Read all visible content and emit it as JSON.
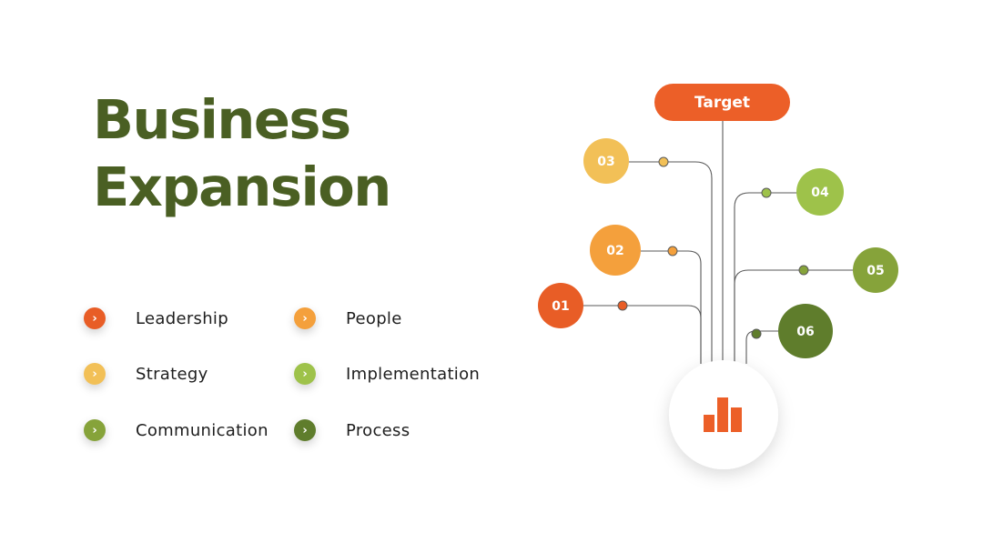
{
  "title": {
    "line1": "Business",
    "line2": "Expansion"
  },
  "list": [
    {
      "label": "Leadership",
      "color": "#e85d26",
      "icon": "chevron-right-icon"
    },
    {
      "label": "Strategy",
      "color": "#f2c057",
      "icon": "chevron-right-icon"
    },
    {
      "label": "Communication",
      "color": "#86a33a",
      "icon": "chevron-right-icon"
    },
    {
      "label": "People",
      "color": "#f4a03c",
      "icon": "chevron-right-icon"
    },
    {
      "label": "Implementation",
      "color": "#9ec24a",
      "icon": "chevron-right-icon"
    },
    {
      "label": "Process",
      "color": "#5f7d2c",
      "icon": "chevron-right-icon"
    }
  ],
  "diagram": {
    "target_label": "Target",
    "hub_icon": "bar-chart-icon",
    "nodes": [
      {
        "label": "01",
        "color": "#e85d26"
      },
      {
        "label": "02",
        "color": "#f4a03c"
      },
      {
        "label": "03",
        "color": "#f2c057"
      },
      {
        "label": "04",
        "color": "#9ec24a"
      },
      {
        "label": "05",
        "color": "#86a33a"
      },
      {
        "label": "06",
        "color": "#5f7d2c"
      }
    ],
    "colors": {
      "target": "#ec5f28",
      "line": "#5a5a5a",
      "hub_bg": "#ffffff",
      "bars": "#ec5f28"
    }
  }
}
